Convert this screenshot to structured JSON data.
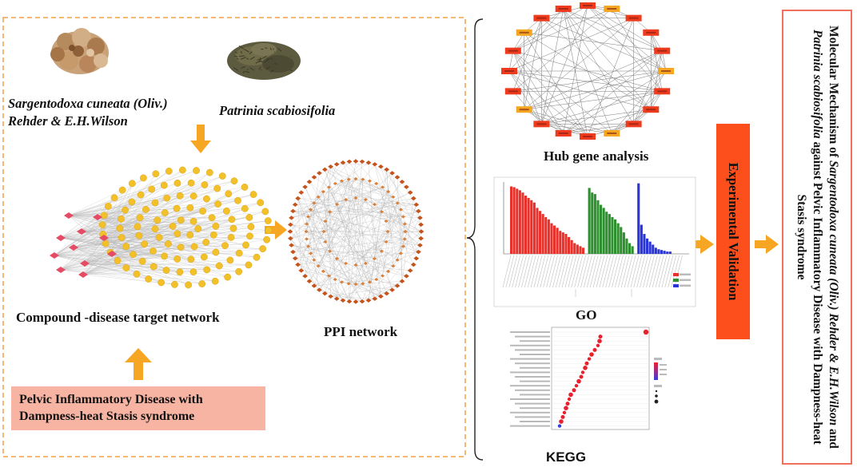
{
  "herbs": {
    "herb1_line1": "Sargentodoxa cuneata (Oliv.)",
    "herb1_line2": "Rehder & E.H.Wilson",
    "herb2": "Patrinia scabiosifolia"
  },
  "captions": {
    "compound_network": "Compound -disease target network",
    "ppi_network": "PPI network",
    "hub_gene": "Hub gene analysis",
    "go": "GO",
    "kegg": "KEGG"
  },
  "disease_box": {
    "line1": "Pelvic Inflammatory Disease with",
    "line2": "Dampness-heat Stasis syndrome"
  },
  "experimental": "Experimental Validation",
  "conclusion": {
    "p1": "Molecular Mechanism of ",
    "p2": "Sargentodoxa cuneata (Oliv.) Rehder & E.H.Wilson",
    "p3": " and ",
    "p4": "Patrinia scabiosifolia",
    "p5": " against Pelvic Inflammatory Disease with Dampness-heat Stasis syndrome"
  },
  "colors": {
    "arrow": "#f6a623",
    "dashed_border": "#f3a04a",
    "node_yellow": "#f2c029",
    "node_pink": "#e64b66",
    "node_dark_orange": "#c4531c",
    "go_bp": "#e8312b",
    "go_cc": "#2d8f2d",
    "go_mf": "#2a35d8",
    "hub_red": "#ee3b1e",
    "hub_orange": "#f5a623",
    "kegg_dot": "#e8212e",
    "exp_box": "#fd4f1c",
    "disease_box": "#f8b4a3"
  },
  "icons": {
    "herb1_image": "sargentodoxa-herb-icon",
    "herb2_image": "patrinia-herb-icon"
  }
}
